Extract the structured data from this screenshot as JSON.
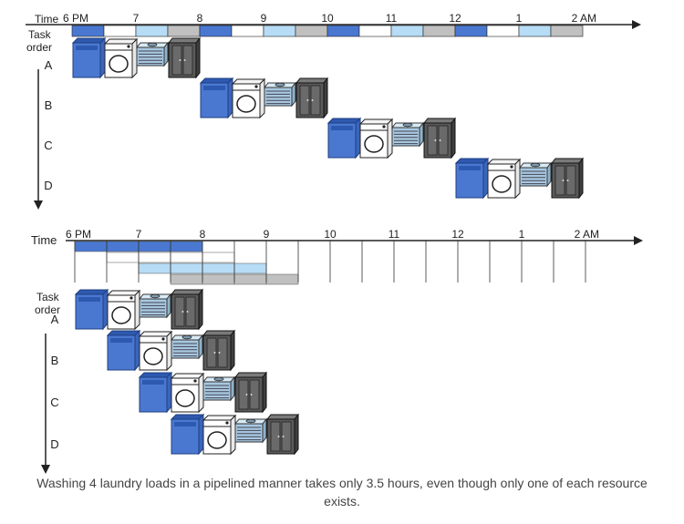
{
  "colors": {
    "washer": "#4a78d1",
    "washer_top": "#2e59b0",
    "dryer": "#ffffff",
    "folder": "#a8c8e0",
    "closet": "#5a5a5a",
    "seg_wash": "#4a78d1",
    "seg_dry": "#ffffff",
    "seg_fold": "#b7dcf5",
    "seg_store": "#c0c0c0",
    "axis": "#222222"
  },
  "diagrams": [
    {
      "id": "sequential",
      "axis_label": "Time",
      "ticks": [
        "6 PM",
        "7",
        "8",
        "9",
        "10",
        "11",
        "12",
        "1",
        "2 AM"
      ],
      "task_order_label": "Task order",
      "tasks": [
        "A",
        "B",
        "C",
        "D"
      ],
      "stage_hours": 0.5,
      "task_start_hours": [
        0,
        2,
        4,
        6
      ]
    },
    {
      "id": "pipelined",
      "axis_label": "Time",
      "ticks": [
        "6 PM",
        "7",
        "8",
        "9",
        "10",
        "11",
        "12",
        "1",
        "2 AM"
      ],
      "task_order_label": "Task order",
      "tasks": [
        "A",
        "B",
        "C",
        "D"
      ],
      "stage_hours": 0.5,
      "task_start_hours": [
        0,
        0.5,
        1,
        1.5
      ]
    }
  ],
  "stage_icons": [
    "washer-icon",
    "dryer-icon",
    "folder-icon",
    "closet-icon"
  ],
  "caption": "Washing 4 laundry loads in a pipelined manner takes only 3.5 hours, even though only one of each resource exists."
}
